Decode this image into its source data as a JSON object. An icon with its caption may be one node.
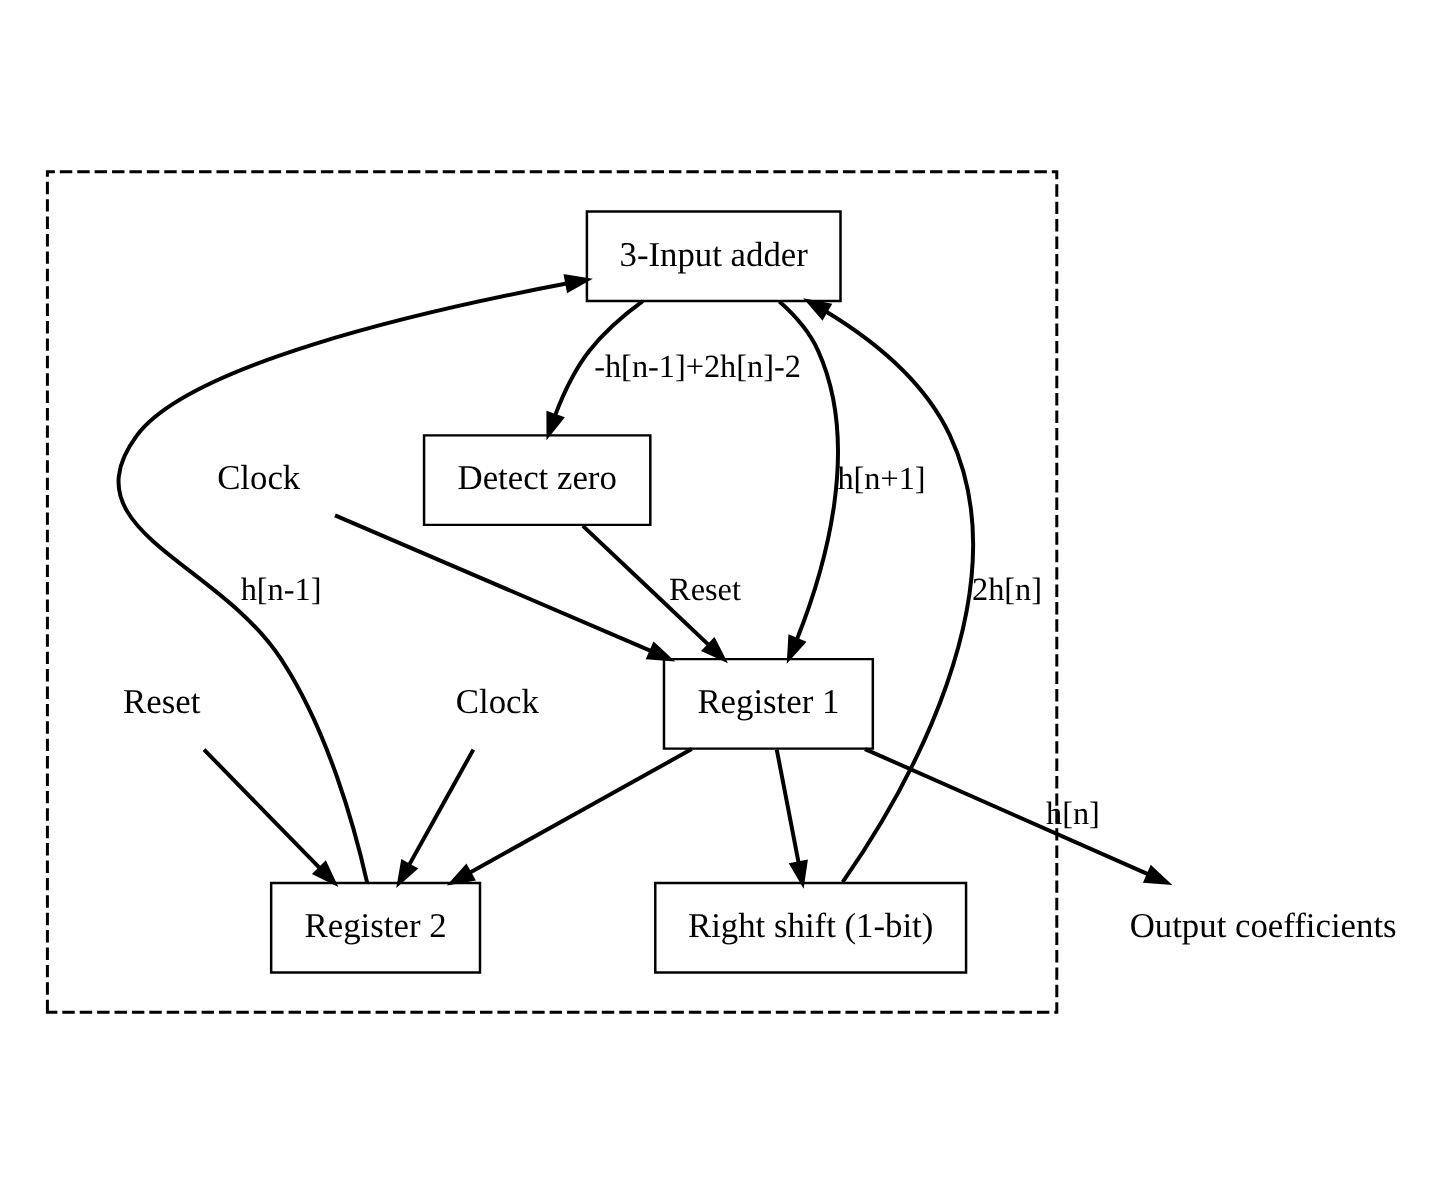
{
  "diagram": {
    "nodes": [
      {
        "text": [],
        "shape": "box"
      },
      {
        "text": [
          "3-Input adder"
        ],
        "in": 0
      },
      {
        "text": [
          "Detect zero"
        ],
        "in": 0
      },
      {
        "text": [
          "Right shift (1-bit)"
        ],
        "in": 0
      },
      {
        "text": [
          "Register 1"
        ],
        "in": 0
      },
      {
        "text": [
          "Register 2"
        ],
        "in": 0
      },
      {
        "text": [
          "Reset"
        ],
        "in": 0
      },
      {
        "text": [
          "Clock"
        ],
        "in": 0
      },
      {
        "text": [
          "Clock"
        ],
        "in": 0
      },
      {
        "text": [
          "Output coefficients"
        ]
      }
    ],
    "edges": [
      {
        "from": 1,
        "to": 2,
        "arrow": "to",
        "label": "-h[n-1]+2h[n]-2"
      },
      {
        "from": 1,
        "to": 4,
        "arrow": "to",
        "label": "h[n+1]"
      },
      {
        "from": 2,
        "to": 4,
        "arrow": "to",
        "label": "Reset"
      },
      {
        "from": 4,
        "to": 3,
        "arrow": "to"
      },
      {
        "from": 4,
        "to": 5,
        "arrow": "to"
      },
      {
        "from": 4,
        "to": 9,
        "arrow": "to",
        "label": "h[n]"
      },
      {
        "from": 3,
        "to": 1,
        "arrow": "to",
        "label": "2h[n]"
      },
      {
        "from": 5,
        "to": 1,
        "arrow": "to",
        "label": "h[n-1]"
      },
      {
        "from": 6,
        "to": 5,
        "arrow": "to"
      },
      {
        "from": 7,
        "to": 4,
        "arrow": "to"
      },
      {
        "from": 8,
        "to": 5,
        "arrow": "to"
      }
    ]
  }
}
